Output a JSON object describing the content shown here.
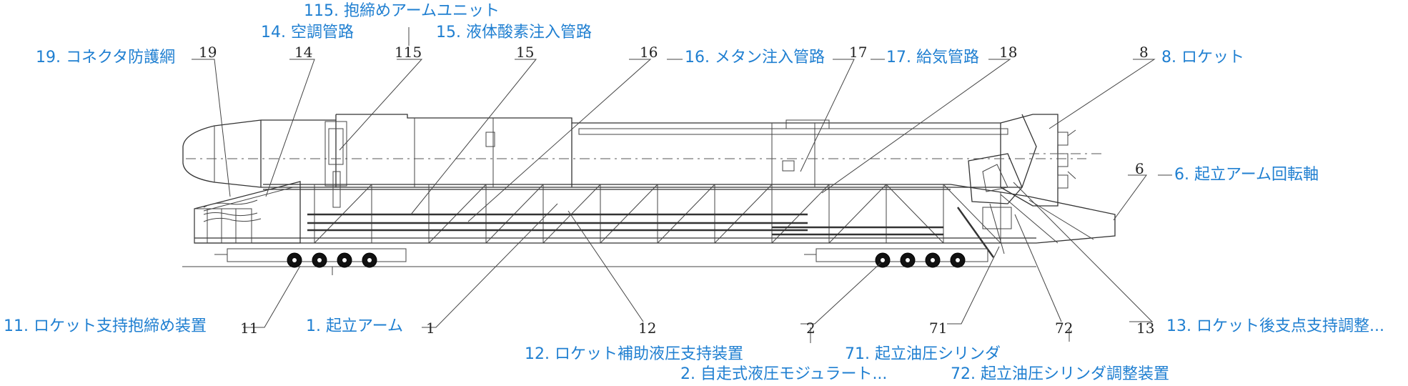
{
  "labels": {
    "l19": "19. コネクタ防護網",
    "l14": "14. 空調管路",
    "l115": "115. 抱締めアームユニット",
    "l15": "15. 液体酸素注入管路",
    "l16": "16. メタン注入管路",
    "l17": "17. 給気管路",
    "l8": "8. ロケット",
    "l6": "6. 起立アーム回転軸",
    "l11": "11. ロケット支持抱締め装置",
    "l1": "1. 起立アーム",
    "l12": "12. ロケット補助液圧支持装置",
    "l2": "2. 自走式液圧モジュラート...",
    "l71": "71. 起立油圧シリンダ",
    "l72": "72. 起立油圧シリンダ調整装置",
    "l13": "13. ロケット後支点支持調整..."
  },
  "numbers": {
    "n19": "19",
    "n14": "14",
    "n115": "115",
    "n15": "15",
    "n16": "16",
    "n17": "17",
    "n18": "18",
    "n8": "8",
    "n6": "6",
    "n11": "11",
    "n1": "1",
    "n12": "12",
    "n2": "2",
    "n71": "71",
    "n72": "72",
    "n13": "13"
  },
  "colors": {
    "label": "#1f7fd1",
    "line": "#333333"
  }
}
